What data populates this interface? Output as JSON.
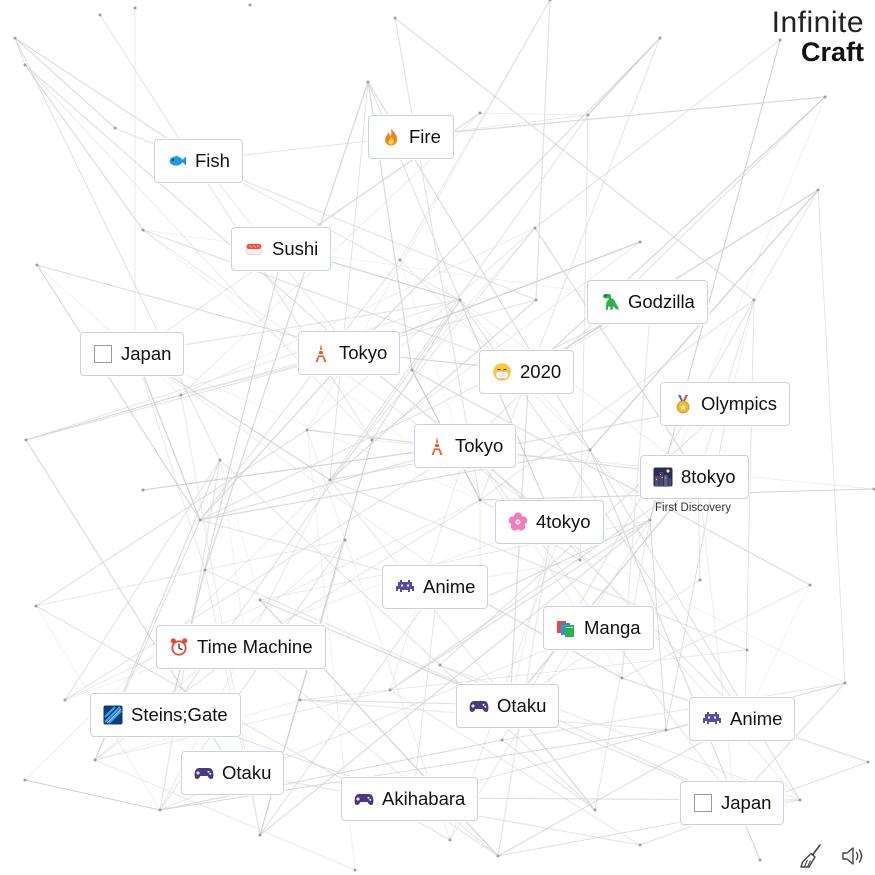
{
  "app": {
    "logo_line1": "Infinite",
    "logo_line2": "Craft"
  },
  "items": [
    {
      "label": "Fish",
      "icon": "fish-icon"
    },
    {
      "label": "Fire",
      "icon": "fire-icon"
    },
    {
      "label": "Sushi",
      "icon": "sushi-icon"
    },
    {
      "label": "Godzilla",
      "icon": "dinosaur-icon"
    },
    {
      "label": "Japan",
      "icon": "blank-square-icon"
    },
    {
      "label": "Tokyo",
      "icon": "tokyo-tower-icon"
    },
    {
      "label": "2020",
      "icon": "face-mask-icon"
    },
    {
      "label": "Olympics",
      "icon": "medal-icon"
    },
    {
      "label": "Tokyo",
      "icon": "tokyo-tower-icon"
    },
    {
      "label": "8tokyo",
      "icon": "night-city-icon",
      "badge": "First Discovery"
    },
    {
      "label": "4tokyo",
      "icon": "cherry-blossom-icon"
    },
    {
      "label": "Anime",
      "icon": "space-invader-icon"
    },
    {
      "label": "Manga",
      "icon": "books-icon"
    },
    {
      "label": "Time Machine",
      "icon": "alarm-clock-icon"
    },
    {
      "label": "Steins;Gate",
      "icon": "portal-icon"
    },
    {
      "label": "Otaku",
      "icon": "game-controller-icon"
    },
    {
      "label": "Anime",
      "icon": "space-invader-icon"
    },
    {
      "label": "Otaku",
      "icon": "game-controller-icon"
    },
    {
      "label": "Akihabara",
      "icon": "game-controller-icon"
    },
    {
      "label": "Japan",
      "icon": "blank-square-icon"
    }
  ],
  "toolbar": {
    "clear_icon": "broom-icon",
    "sound_icon": "speaker-icon"
  }
}
